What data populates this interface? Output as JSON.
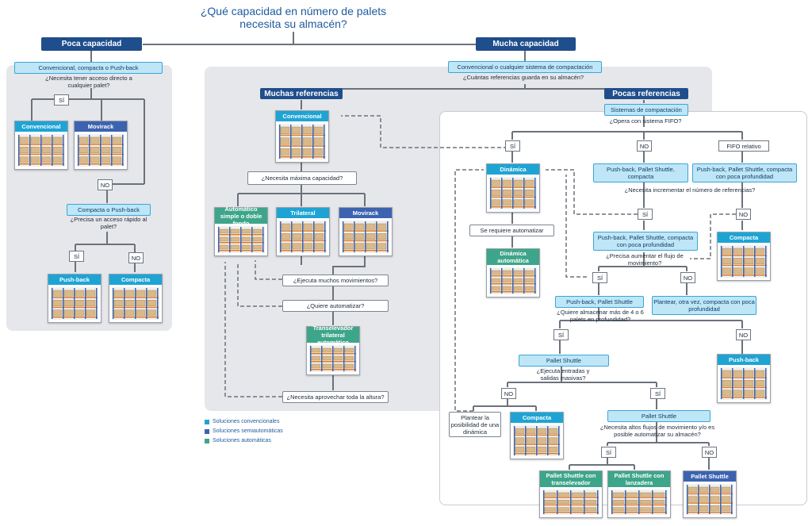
{
  "title": "¿Qué capacidad en número de palets necesita su almacén?",
  "headers": {
    "low": "Poca capacidad",
    "high": "Mucha capacidad",
    "many_refs": "Muchas referencias",
    "few_refs": "Pocas referencias"
  },
  "left": {
    "opt1": "Convencional, compacta o Push-back",
    "q1": "¿Necesita tener acceso directo a cualquier palet?",
    "si": "SÍ",
    "no": "NO",
    "opt2": "Compacta o Push-back",
    "q2": "¿Precisa un acceso rápido al palet?",
    "cards": {
      "conv": "Convencional",
      "movi": "Movirack",
      "push": "Push-back",
      "comp": "Compacta"
    }
  },
  "high": {
    "opt": "Convencional o cualquier sistema de compactación",
    "q": "¿Cuántas referencias guarda en su almacén?"
  },
  "many": {
    "card_conv": "Convencional",
    "q_max": "¿Necesita máxima capacidad?",
    "card_auto": "Automático simple o doble fondo",
    "card_tri": "Trilateral",
    "card_movi": "Movirack",
    "q_mov": "¿Ejecuta muchos movimientos?",
    "q_auto": "¿Quiere automatizar?",
    "card_trans": "Transelevador trilateral automático",
    "q_height": "¿Necesita aprovechar toda la altura?"
  },
  "legend": [
    "Soluciones convencionales",
    "Soluciones semiautomáticas",
    "Soluciones automáticas"
  ],
  "legend_colors": [
    "#1ea4d4",
    "#3c63b0",
    "#3da58a"
  ],
  "few": {
    "sys": "Sistemas de compactación",
    "q_fifo": "¿Opera con sistema FIFO?",
    "si": "SÍ",
    "no": "NO",
    "fifo_rel": "FIFO relativo",
    "card_din": "Dinámica",
    "q_req": "Se requiere automatizar",
    "card_din_auto": "Dinámica automática",
    "opt_a": "Push-back, Pallet Shuttle, compacta",
    "opt_b": "Push-back, Pallet Shuttle, compacta con poca profundidad",
    "q_inc": "¿Necesita incrementar el número de referencias?",
    "opt_c": "Push-back, Pallet Shuttle, compacta con poca profundidad",
    "card_comp": "Compacta",
    "q_flux": "¿Precisa aumentar el flujo de movimiento?",
    "opt_d": "Push-back, Pallet Shuttle",
    "opt_e": "Plantear, otra vez, compacta con poca profundidad",
    "q_depth": "¿Quiere almacenar más de 4 o 6 palets en profundidad?",
    "opt_ps": "Pallet Shuttle",
    "card_push": "Push-back",
    "q_mass": "¿Ejecuta entradas y salidas masivas?",
    "plantear": "Plantear la posibilidad de una dinámica",
    "card_comp2": "Compacta",
    "opt_ps2": "Pallet Shuttle",
    "q_flow": "¿Necesita altos flujos de movimiento y/o es posible automatizar su almacén?",
    "card_ps_trans": "Pallet Shuttle con transelevador",
    "card_ps_lanz": "Pallet Shuttle con lanzadera",
    "card_ps": "Pallet Shuttle"
  }
}
